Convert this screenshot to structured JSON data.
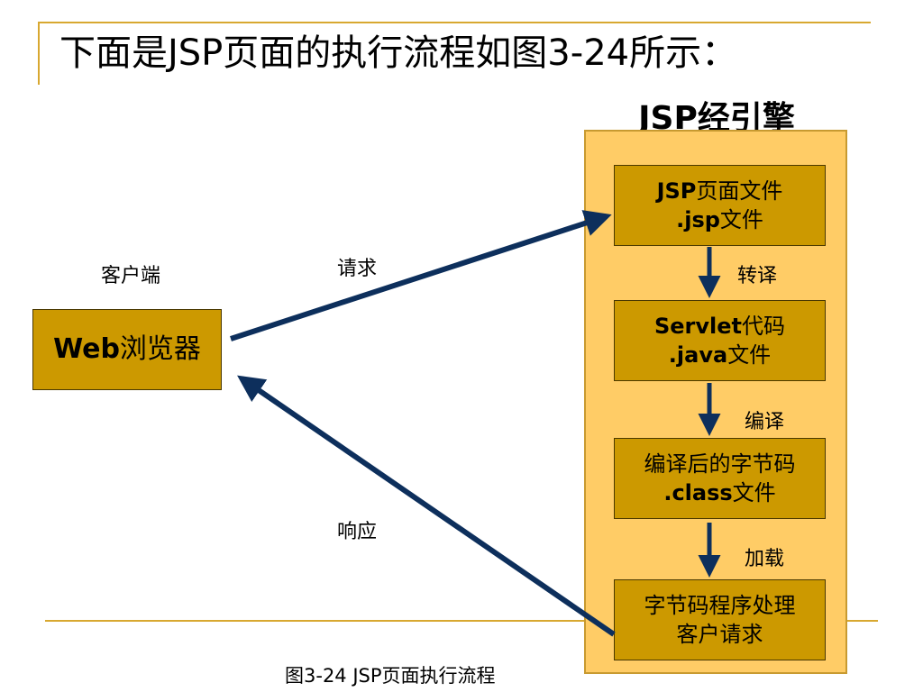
{
  "title": "下面是JSP页面的执行流程如图3-24所示：",
  "engine": {
    "title": "JSP经引擎"
  },
  "client": {
    "label": "客户端",
    "browser_bold": "Web",
    "browser_rest": "浏览器"
  },
  "edges": {
    "request": "请求",
    "response": "响应"
  },
  "steps": [
    {
      "line1_bold": "JSP",
      "line1_rest": "页面文件",
      "line2_bold": ".jsp",
      "line2_rest": "文件"
    },
    {
      "line1_bold": "Servlet",
      "line1_rest": "代码",
      "line2_bold": ".java",
      "line2_rest": "文件"
    },
    {
      "line1_bold": "",
      "line1_rest": "编译后的字节码",
      "line2_bold": ".class",
      "line2_rest": "文件"
    },
    {
      "line1_bold": "",
      "line1_rest": "字节码程序处理",
      "line2_bold": "",
      "line2_rest": "客户请求"
    }
  ],
  "transitions": [
    "转译",
    "编译",
    "加载"
  ],
  "caption": "图3-24 JSP页面执行流程",
  "colors": {
    "accent_rule": "#D8A830",
    "panel": "#FFCC66",
    "box": "#CC9900",
    "arrow": "#0D2F5C"
  }
}
